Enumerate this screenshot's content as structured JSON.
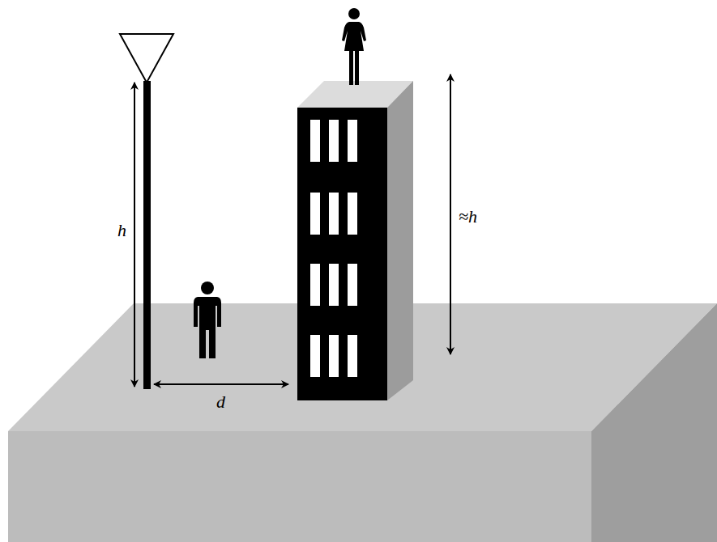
{
  "diagram": {
    "labels": [
      "h",
      "d",
      "≈h"
    ]
  }
}
